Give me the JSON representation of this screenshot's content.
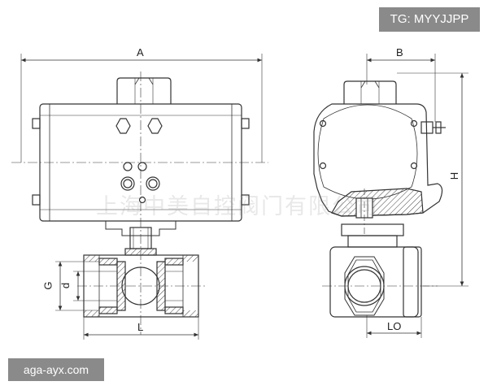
{
  "watermark_top": "TG: MYYJJPP",
  "watermark_bottom": "aga-ayx.com",
  "background_watermark": "上海中美自控阀门有限公司",
  "dimensions": {
    "A": "A",
    "B": "B",
    "H": "H",
    "G": "G",
    "d": "d",
    "L": "L",
    "L0": "LO"
  },
  "colors": {
    "line": "#333333",
    "hatch": "#444444",
    "watermark_bg": "#8a8a8a"
  }
}
